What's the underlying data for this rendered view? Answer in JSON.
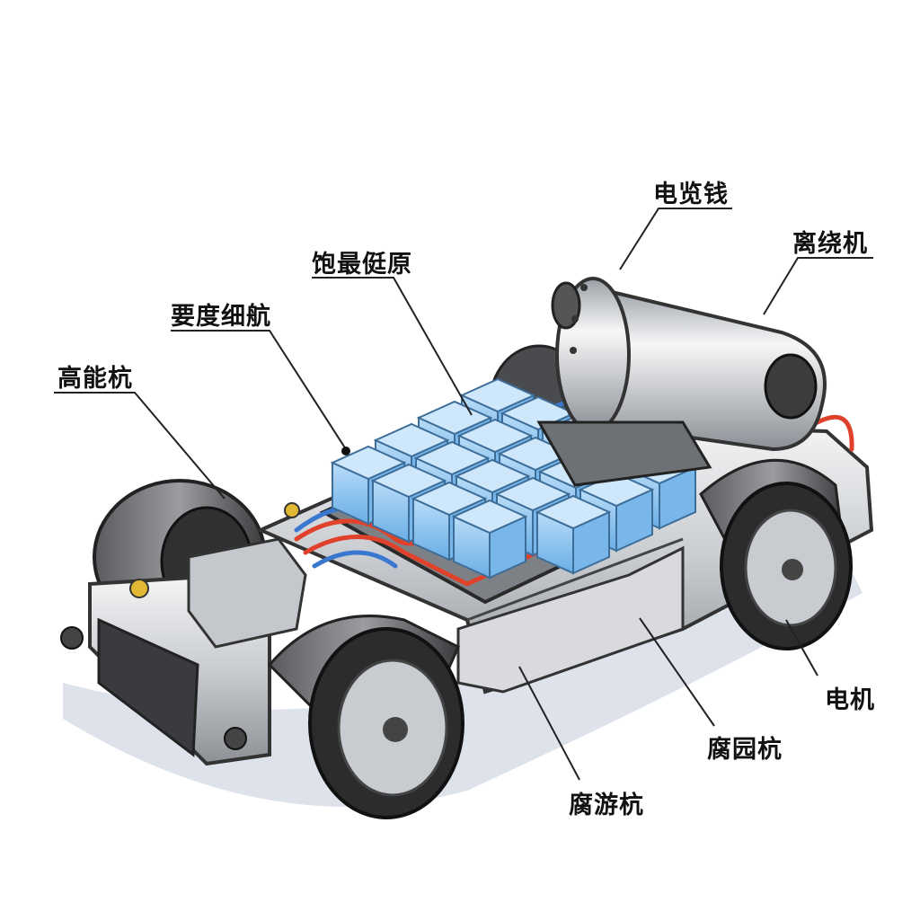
{
  "labels": {
    "dianlanqian": "电览钱",
    "lijingji": "离绕机",
    "baozuitingyuan": "饱最侹原",
    "yaodu_xihang": "要度细航",
    "gaoneng_hang": "高能杭",
    "dianji": "电机",
    "fuyuan_hang": "腐园杭",
    "fuyou_hang": "腐游杭"
  },
  "colors": {
    "battery": "#8ec5ef",
    "cable_red": "#e0412b",
    "cable_blue": "#3a78d0",
    "metal": "#c9ccd0",
    "tire": "#3b3b3d"
  }
}
